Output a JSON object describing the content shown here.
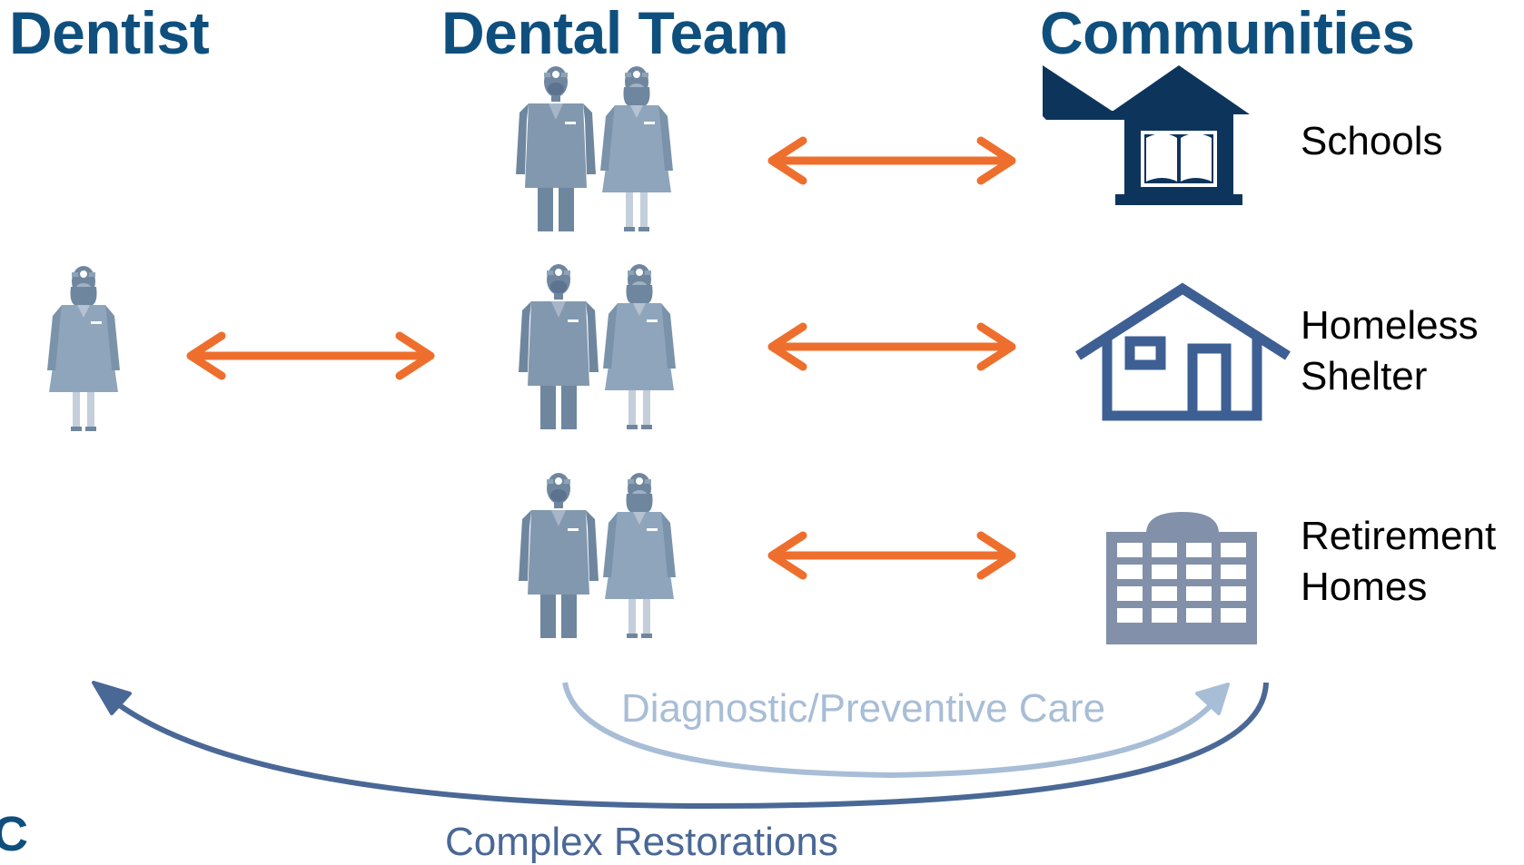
{
  "headings": {
    "dentist": "Dentist",
    "dental_team": "Dental Team",
    "communities": "Communities"
  },
  "communities": [
    {
      "lines": [
        "Schools"
      ],
      "icon": "school-icon"
    },
    {
      "lines": [
        "Homeless",
        "Shelter"
      ],
      "icon": "house-icon"
    },
    {
      "lines": [
        "Retirement",
        "Homes"
      ],
      "icon": "building-icon"
    }
  ],
  "flows": {
    "preventive": "Diagnostic/Preventive Care",
    "complex": "Complex Restorations"
  },
  "cropped_text": "C",
  "colors": {
    "heading": "#0f4f7d",
    "arrow": "#ee6f2d",
    "figure": "#7b93aa",
    "school": "#0d355c",
    "house": "#3d5f93",
    "building": "#8390a9",
    "preventive": "#a8bdd6",
    "complex": "#4a6896"
  }
}
